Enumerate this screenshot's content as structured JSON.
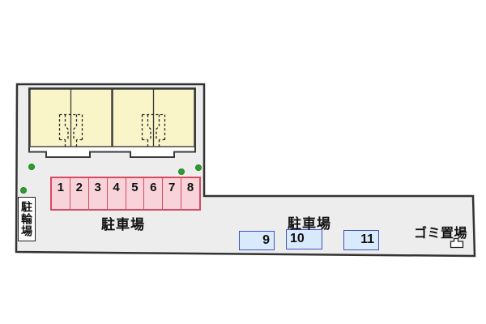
{
  "labels": {
    "bicycle_parking": "駐輪場",
    "parking_lot_left": "駐車場",
    "parking_lot_right": "駐車場",
    "garbage_area": "ゴミ置場"
  },
  "red_parking": {
    "spaces": [
      "1",
      "2",
      "3",
      "4",
      "5",
      "6",
      "7",
      "8"
    ]
  },
  "blue_parking": {
    "spaces": [
      "9",
      "10",
      "11"
    ]
  },
  "icons": {
    "garbage_bin_icon": "outlined bin (凸 shape)",
    "tree_dot_icon": "green shrub dot"
  },
  "colors": {
    "site_fill": "#ededed",
    "outline": "#333333",
    "building_fill": "#f9f5c8",
    "red_border": "#d84a5f",
    "red_fill": "#f8d3da",
    "blue_border": "#4052b8",
    "blue_fill": "#daeafd",
    "tree_green": "#2e9b31"
  }
}
